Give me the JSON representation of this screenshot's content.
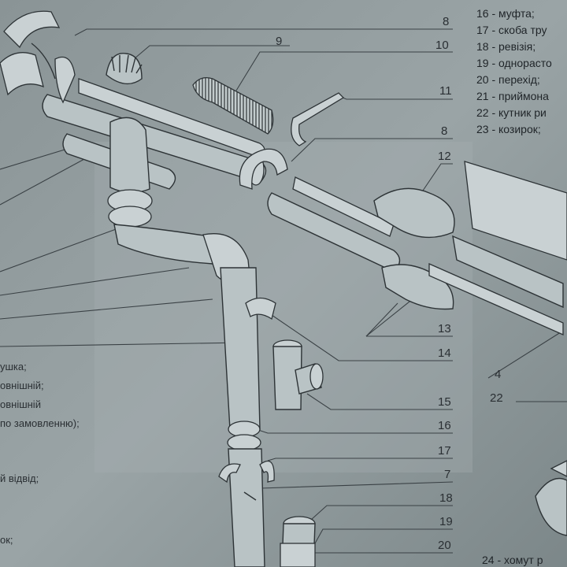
{
  "callouts": [
    {
      "id": "c8a",
      "text": "8"
    },
    {
      "id": "c9",
      "text": "9"
    },
    {
      "id": "c10",
      "text": "10"
    },
    {
      "id": "c11",
      "text": "11"
    },
    {
      "id": "c8b",
      "text": "8"
    },
    {
      "id": "c12",
      "text": "12"
    },
    {
      "id": "c13",
      "text": "13"
    },
    {
      "id": "c14",
      "text": "14"
    },
    {
      "id": "c4",
      "text": "4"
    },
    {
      "id": "c22",
      "text": "22"
    },
    {
      "id": "c15",
      "text": "15"
    },
    {
      "id": "c16",
      "text": "16"
    },
    {
      "id": "c17",
      "text": "17"
    },
    {
      "id": "c7",
      "text": "7"
    },
    {
      "id": "c18",
      "text": "18"
    },
    {
      "id": "c19",
      "text": "19"
    },
    {
      "id": "c20",
      "text": "20"
    }
  ],
  "legend_right": [
    "16 - муфта;",
    "17 - скоба тру",
    "18 - ревізія;",
    "19 - однорасто",
    "20 - перехід;",
    "21 - приймона",
    "22 - кутник ри",
    "23 - козирок;"
  ],
  "legend_left": [
    "ушка;",
    "овнішній;",
    "овнішній",
    "по замовленню);",
    "й відвід;",
    "ок;"
  ],
  "legend_bottom": "24 - хомут р"
}
